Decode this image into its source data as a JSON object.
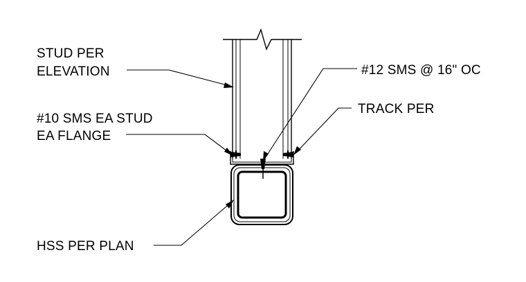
{
  "labels": {
    "stud_line1": "STUD PER",
    "stud_line2": "ELEVATION",
    "sms12": "#12 SMS @ 16\" OC",
    "sms10_line1": "#10 SMS EA STUD",
    "sms10_line2": "EA FLANGE",
    "track": "TRACK PER",
    "hss": "HSS PER PLAN"
  }
}
